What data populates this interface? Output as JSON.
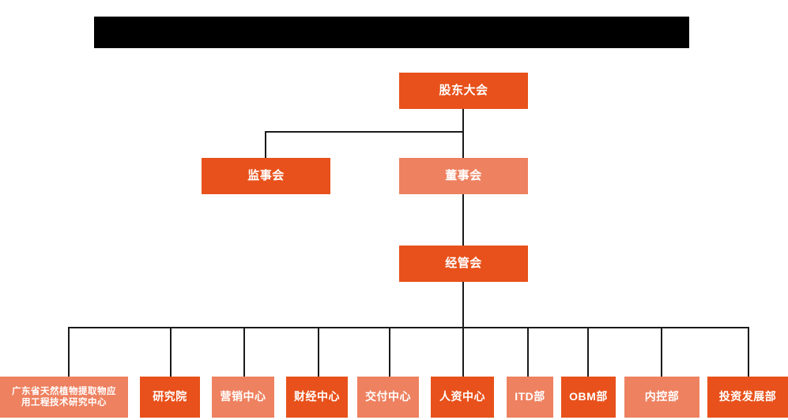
{
  "document": {
    "type": "organization-chart",
    "title_bar": {
      "state": "redacted",
      "text": "",
      "color": "#000000"
    },
    "palette": {
      "background": "#FFFFFF",
      "node_dark": "#E8511B",
      "node_light": "#EE8160",
      "connector": "#1A1A1A",
      "node_text": "#FFFFFF"
    }
  },
  "chart": {
    "nodes": {
      "shareholders": {
        "label": "股东大会",
        "tone": "dark"
      },
      "supervisors": {
        "label": "监事会",
        "tone": "dark"
      },
      "directors": {
        "label": "董事会",
        "tone": "light"
      },
      "management": {
        "label": "经管会",
        "tone": "dark"
      }
    },
    "departments": [
      {
        "label": "广东省天然植物提取物应\n用工程技术研究中心",
        "tone": "light"
      },
      {
        "label": "研究院",
        "tone": "dark"
      },
      {
        "label": "营销中心",
        "tone": "light"
      },
      {
        "label": "财经中心",
        "tone": "dark"
      },
      {
        "label": "交付中心",
        "tone": "light"
      },
      {
        "label": "人资中心",
        "tone": "dark"
      },
      {
        "label": "ITD部",
        "tone": "light"
      },
      {
        "label": "OBM部",
        "tone": "dark"
      },
      {
        "label": "内控部",
        "tone": "light"
      },
      {
        "label": "投资发展部",
        "tone": "dark"
      }
    ]
  }
}
